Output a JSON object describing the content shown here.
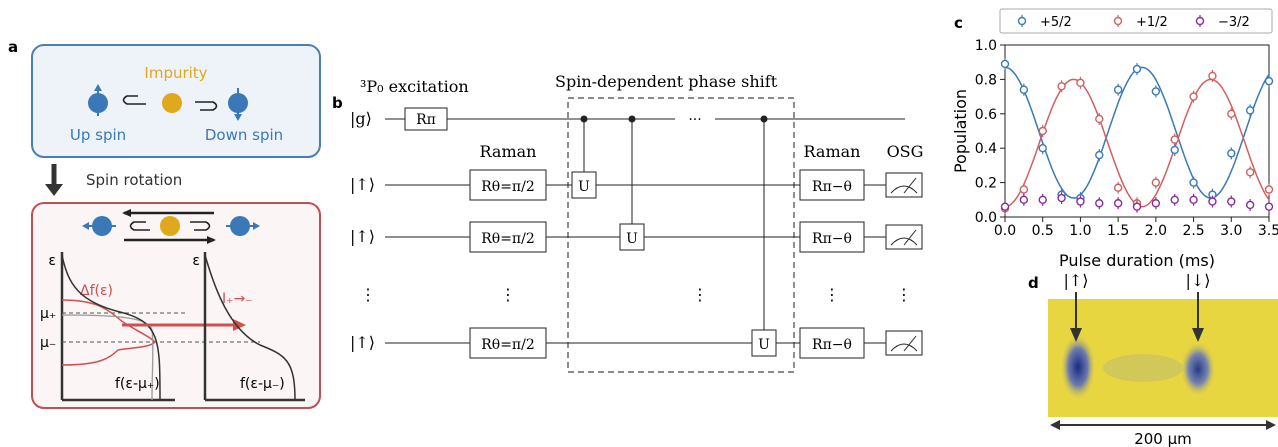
{
  "panel_a": {
    "label": "a",
    "impurity": "Impurity",
    "up_spin": "Up spin",
    "down_spin": "Down spin",
    "spin_rotation": "Spin rotation",
    "epsilon": "ε",
    "delta_f": "Δf(ε)",
    "mu_plus": "μ₊",
    "mu_minus": "μ₋",
    "current": "I₊→₋",
    "f_left": "f(ε-μ₊)",
    "f_right": "f(ε-μ₋)"
  },
  "panel_b": {
    "label": "b",
    "excitation": "³P₀ excitation",
    "phase_shift_title": "Spin-dependent phase shift",
    "raman_left": "Raman",
    "raman_right": "Raman",
    "osg": "OSG",
    "rows": [
      "|g⟩",
      "|↑⟩",
      "|↑⟩",
      "⋮",
      "|↑⟩"
    ],
    "r_pi": "Rπ",
    "r_half": "Rθ=π/2",
    "r_back": "Rπ−θ",
    "u_gate": "U",
    "ellipsis_h": "···",
    "ellipsis_v": "⋮"
  },
  "panel_c": {
    "label": "c"
  },
  "panel_d": {
    "label": "d",
    "up_label": "|↑⟩",
    "down_label": "|↓⟩",
    "scale": "200 μm"
  },
  "chart_data": {
    "type": "scatter",
    "xlabel": "Pulse duration (ms)",
    "ylabel": "Population",
    "xlim": [
      0,
      3.5
    ],
    "ylim": [
      0,
      1.0
    ],
    "xticks": [
      "0.0",
      "0.5",
      "1.0",
      "1.5",
      "2.0",
      "2.5",
      "3.0",
      "3.5"
    ],
    "yticks": [
      "0.0",
      "0.2",
      "0.4",
      "0.6",
      "0.8",
      "1.0"
    ],
    "legend_position": "top",
    "series": [
      {
        "name": "+5/2",
        "color": "#3a78b8",
        "x": [
          0.0,
          0.25,
          0.5,
          0.75,
          1.0,
          1.25,
          1.5,
          1.75,
          2.0,
          2.25,
          2.5,
          2.75,
          3.0,
          3.25,
          3.5
        ],
        "y": [
          0.89,
          0.74,
          0.4,
          0.13,
          0.11,
          0.36,
          0.74,
          0.86,
          0.73,
          0.39,
          0.2,
          0.13,
          0.37,
          0.62,
          0.79
        ]
      },
      {
        "name": "+1/2",
        "color": "#d06060",
        "x": [
          0.0,
          0.25,
          0.5,
          0.75,
          1.0,
          1.25,
          1.5,
          1.75,
          2.0,
          2.25,
          2.5,
          2.75,
          3.0,
          3.25,
          3.5
        ],
        "y": [
          0.05,
          0.16,
          0.5,
          0.76,
          0.78,
          0.57,
          0.17,
          0.08,
          0.2,
          0.45,
          0.7,
          0.82,
          0.6,
          0.26,
          0.16
        ]
      },
      {
        "name": "−3/2",
        "color": "#8a2a9a",
        "x": [
          0.0,
          0.25,
          0.5,
          0.75,
          1.0,
          1.25,
          1.5,
          1.75,
          2.0,
          2.25,
          2.5,
          2.75,
          3.0,
          3.25,
          3.5
        ],
        "y": [
          0.06,
          0.1,
          0.1,
          0.11,
          0.09,
          0.08,
          0.08,
          0.06,
          0.08,
          0.1,
          0.1,
          0.09,
          0.09,
          0.07,
          0.06
        ]
      }
    ],
    "fits": [
      {
        "name": "+5/2",
        "offset": 0.49,
        "amp": 0.38,
        "freq": 0.55,
        "phase": 0
      },
      {
        "name": "+1/2",
        "offset": 0.43,
        "amp": -0.37,
        "freq": 0.55,
        "phase": 0
      }
    ]
  },
  "colors": {
    "blue_box_border": "#4a7fb5",
    "blue_box_fill": "#eef3fa",
    "red_box_border": "#c05050",
    "red_box_fill": "#fbf5f5",
    "spin_blue": "#3a78b8",
    "impurity_gold": "#e0a81c",
    "arrow_red": "#d05050"
  }
}
